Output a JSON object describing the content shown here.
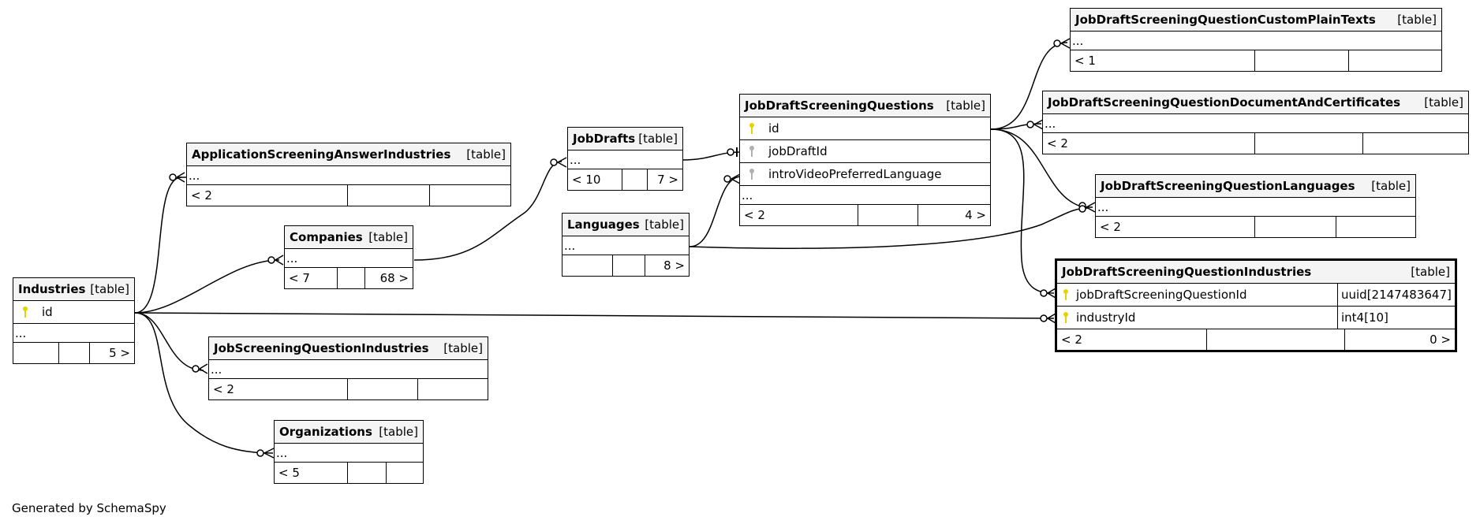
{
  "tables": {
    "industries": {
      "name": "Industries",
      "kind": "[table]",
      "col": "id",
      "ellipsis": "...",
      "f1": "",
      "f3": "5 >"
    },
    "asai": {
      "name": "ApplicationScreeningAnswerIndustries",
      "kind": "[table]",
      "ellipsis": "...",
      "f1": "< 2",
      "f3": ""
    },
    "companies": {
      "name": "Companies",
      "kind": "[table]",
      "ellipsis": "...",
      "f1": "< 7",
      "f3": "68 >"
    },
    "jsqi": {
      "name": "JobScreeningQuestionIndustries",
      "kind": "[table]",
      "ellipsis": "...",
      "f1": "< 2",
      "f3": ""
    },
    "orgs": {
      "name": "Organizations",
      "kind": "[table]",
      "ellipsis": "...",
      "f1": "< 5",
      "f3": ""
    },
    "jobdrafts": {
      "name": "JobDrafts",
      "kind": "[table]",
      "ellipsis": "...",
      "f1": "< 10",
      "f3": "7 >"
    },
    "languages": {
      "name": "Languages",
      "kind": "[table]",
      "ellipsis": "...",
      "f1": "",
      "f3": "8 >"
    },
    "jdsq": {
      "name": "JobDraftScreeningQuestions",
      "kind": "[table]",
      "col1": "id",
      "col2": "jobDraftId",
      "col3": "introVideoPreferredLanguage",
      "ellipsis": "...",
      "f1": "< 2",
      "f3": "4 >"
    },
    "cpt": {
      "name": "JobDraftScreeningQuestionCustomPlainTexts",
      "kind": "[table]",
      "ellipsis": "...",
      "f1": "< 1",
      "f3": ""
    },
    "dac": {
      "name": "JobDraftScreeningQuestionDocumentAndCertificates",
      "kind": "[table]",
      "ellipsis": "...",
      "f1": "< 2",
      "f3": ""
    },
    "langs": {
      "name": "JobDraftScreeningQuestionLanguages",
      "kind": "[table]",
      "ellipsis": "...",
      "f1": "< 2",
      "f3": ""
    },
    "inds": {
      "name": "JobDraftScreeningQuestionIndustries",
      "kind": "[table]",
      "col1": "jobDraftScreeningQuestionId",
      "type1": "uuid[2147483647]",
      "col2": "industryId",
      "type2": "int4[10]",
      "f1": "< 2",
      "f3": "0 >"
    }
  },
  "footer": {
    "generated": "Generated by SchemaSpy"
  },
  "colors": {
    "pk": "#e3d400",
    "fk": "#b0b0b0",
    "line": "#000000",
    "header": "#f4f4f4"
  }
}
